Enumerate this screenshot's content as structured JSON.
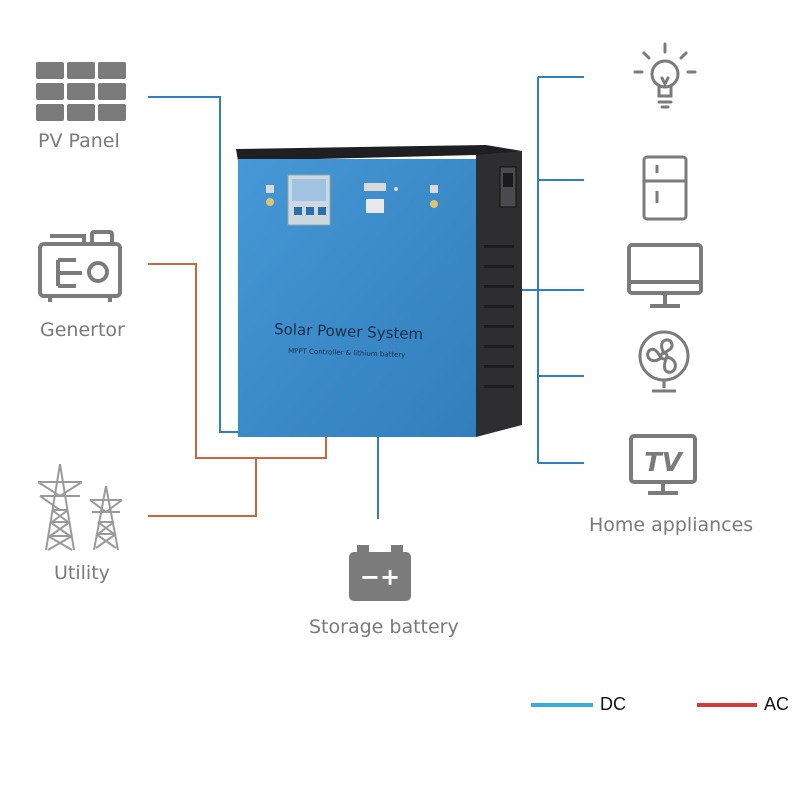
{
  "sources": {
    "pv_panel": "PV Panel",
    "generator": "Genertor",
    "utility": "Utility"
  },
  "storage": {
    "label": "Storage battery",
    "symbol": "−+"
  },
  "loads": {
    "label": "Home appliances",
    "tv_text": "TV"
  },
  "device": {
    "title": "Solar Power System",
    "subtitle": "MPPT Controller & lithium battery"
  },
  "legend": {
    "dc": "DC",
    "ac": "AC"
  },
  "colors": {
    "dc_line": "#2f7fc4",
    "ac_line": "#c9663a",
    "dc_legend": "#37aede",
    "ac_legend": "#d43c3c",
    "icon": "#7b7b7b",
    "label": "#7a7a7a",
    "device_blue": "#3b8fd0"
  },
  "icons": {
    "pv_panel": "solar-panel-icon",
    "generator": "generator-icon",
    "utility": "power-tower-icon",
    "battery": "battery-icon",
    "bulb": "light-bulb-icon",
    "fridge": "fridge-icon",
    "monitor": "monitor-icon",
    "fan": "fan-icon",
    "tv": "tv-icon"
  }
}
